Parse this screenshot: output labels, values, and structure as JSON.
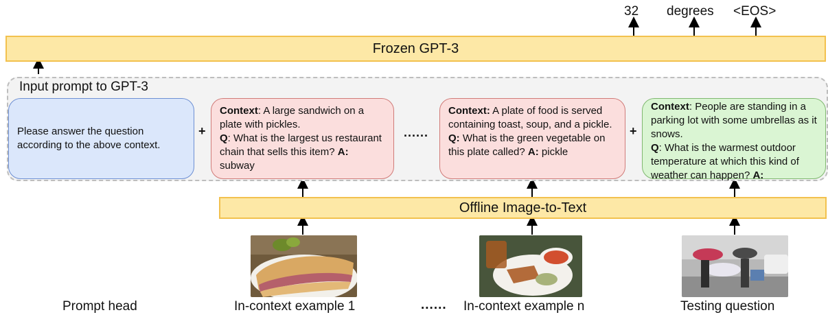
{
  "gpt3_label": "Frozen GPT-3",
  "outputs": [
    "32",
    "degrees",
    "<EOS>"
  ],
  "prompt_region_label": "Input prompt to GPT-3",
  "prompt_head_text": "Please answer the question according to the above context.",
  "plus": "+",
  "dots": "......",
  "example1": {
    "context_label": "Context",
    "context_sep": ": ",
    "context": "A large sandwich on a plate with pickles.",
    "q_label": "Q",
    "q_sep": ": ",
    "question": "What is the largest us restaurant chain that sells this item?",
    "a_label": "A:",
    "answer": " subway"
  },
  "examplen": {
    "context_label": "Context:",
    "context_sep": " ",
    "context": "A plate of food is served containing toast, soup, and a pickle.",
    "q_label": "Q:",
    "q_sep": " ",
    "question": "What is the green vegetable on this plate called?",
    "a_label": "A:",
    "answer": " pickle"
  },
  "testing": {
    "context_label": "Context",
    "context_sep": ": ",
    "context": "People are standing in a parking lot with some umbrellas as it snows.",
    "q_label": "Q",
    "q_sep": ": ",
    "question": "What is the warmest outdoor temperature at which this kind of weather can happen?",
    "a_label": "A:"
  },
  "offline_label": "Offline Image-to-Text",
  "captions": {
    "head": "Prompt head",
    "ex1": "In-context example 1",
    "dots": "......",
    "exn": "In-context example n",
    "test": "Testing question"
  },
  "colors": {
    "gpt_bar_fill": "#fde8a6",
    "gpt_bar_border": "#f2c14e",
    "head_fill": "#dbe7fb",
    "example_fill": "#fbdedd",
    "test_fill": "#daf5d3"
  }
}
